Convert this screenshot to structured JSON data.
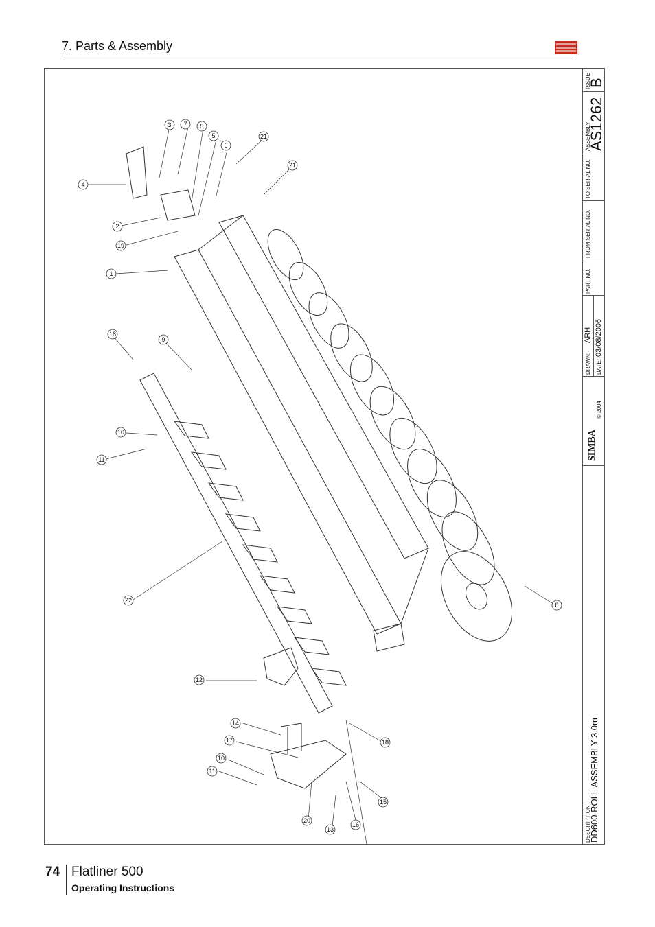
{
  "header": {
    "section_title": "7. Parts & Assembly"
  },
  "title_block": {
    "issue_label": "ISSUE",
    "issue_value": "B",
    "assembly_label": "ASSEMBLY",
    "assembly_number": "AS1262",
    "to_serial_label": "TO SERIAL NO.",
    "from_serial_label": "FROM SERIAL NO.",
    "part_no_label": "PART NO.",
    "drawn_label": "DRAWN:-",
    "drawn_value": "ARH",
    "date_label": "DATE:-",
    "date_value": "03/08/2006",
    "brand": "SIMBA",
    "copyright": "© 2004",
    "description_label": "DESCRIPTION",
    "description_value": "DD600 ROLL ASSEMBLY 3.0m"
  },
  "callouts": [
    "1",
    "2",
    "3",
    "4",
    "5",
    "5",
    "6",
    "7",
    "8",
    "9",
    "10",
    "10",
    "11",
    "11",
    "12",
    "13",
    "14",
    "15",
    "16",
    "17",
    "18",
    "18",
    "19",
    "20",
    "21",
    "21",
    "22"
  ],
  "footer": {
    "page_number": "74",
    "model": "Flatliner 500",
    "manual_type": "Operating Instructions"
  },
  "colors": {
    "brand_red": "#c62b1f",
    "line": "#333333"
  }
}
